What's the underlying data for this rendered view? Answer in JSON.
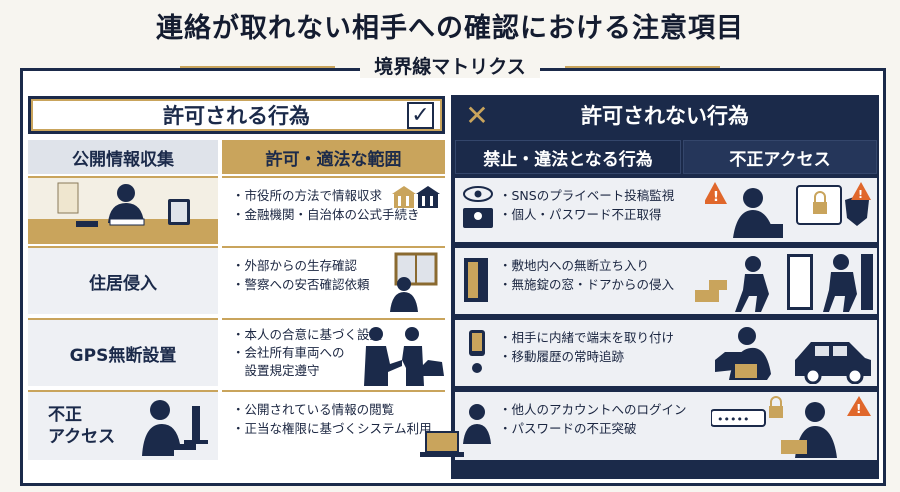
{
  "title": "連絡が取れない相手への確認における注意項目",
  "subtitle": "境界線マトリクス",
  "allowed": {
    "header": "許可される行為",
    "col1_header": "公開情報収集",
    "col2_header": "許可・適法な範囲",
    "rows": [
      {
        "label": "",
        "items": [
          "・市役所の方法で情報収求",
          "・金融機関・自治体の公式手続き"
        ]
      },
      {
        "label": "住居侵入",
        "items": [
          "・外部からの生存確認",
          "・警察への安否確認依頼"
        ]
      },
      {
        "label": "GPS無断設置",
        "items": [
          "・本人の合意に基づく設置",
          "・会社所有車両への",
          "　設置規定遵守"
        ]
      },
      {
        "label": "不正\nアクセス",
        "items": [
          "・公開されている情報の閲覧",
          "・正当な権限に基づくシステム利用"
        ]
      }
    ]
  },
  "forbidden": {
    "header": "許可されない行為",
    "col1_header": "禁止・違法となる行為",
    "col2_header": "不正アクセス",
    "rows": [
      {
        "items": [
          "・SNSのプライベート投稿監視",
          "・個人・パスワード不正取得"
        ]
      },
      {
        "items": [
          "・敷地内への無断立ち入り",
          "・無施錠の窓・ドアからの侵入"
        ]
      },
      {
        "items": [
          "・相手に内緒で端末を取り付け",
          "・移動履歴の常時追跡"
        ]
      },
      {
        "items": [
          "・他人のアカウントへのログイン",
          "・パスワードの不正突破"
        ]
      }
    ]
  },
  "icons": {
    "check": "checkbox-check-icon",
    "x": "x-mark-icon"
  },
  "colors": {
    "navy": "#1b2a4a",
    "gold": "#c9a45c",
    "warn": "#e0672b"
  }
}
